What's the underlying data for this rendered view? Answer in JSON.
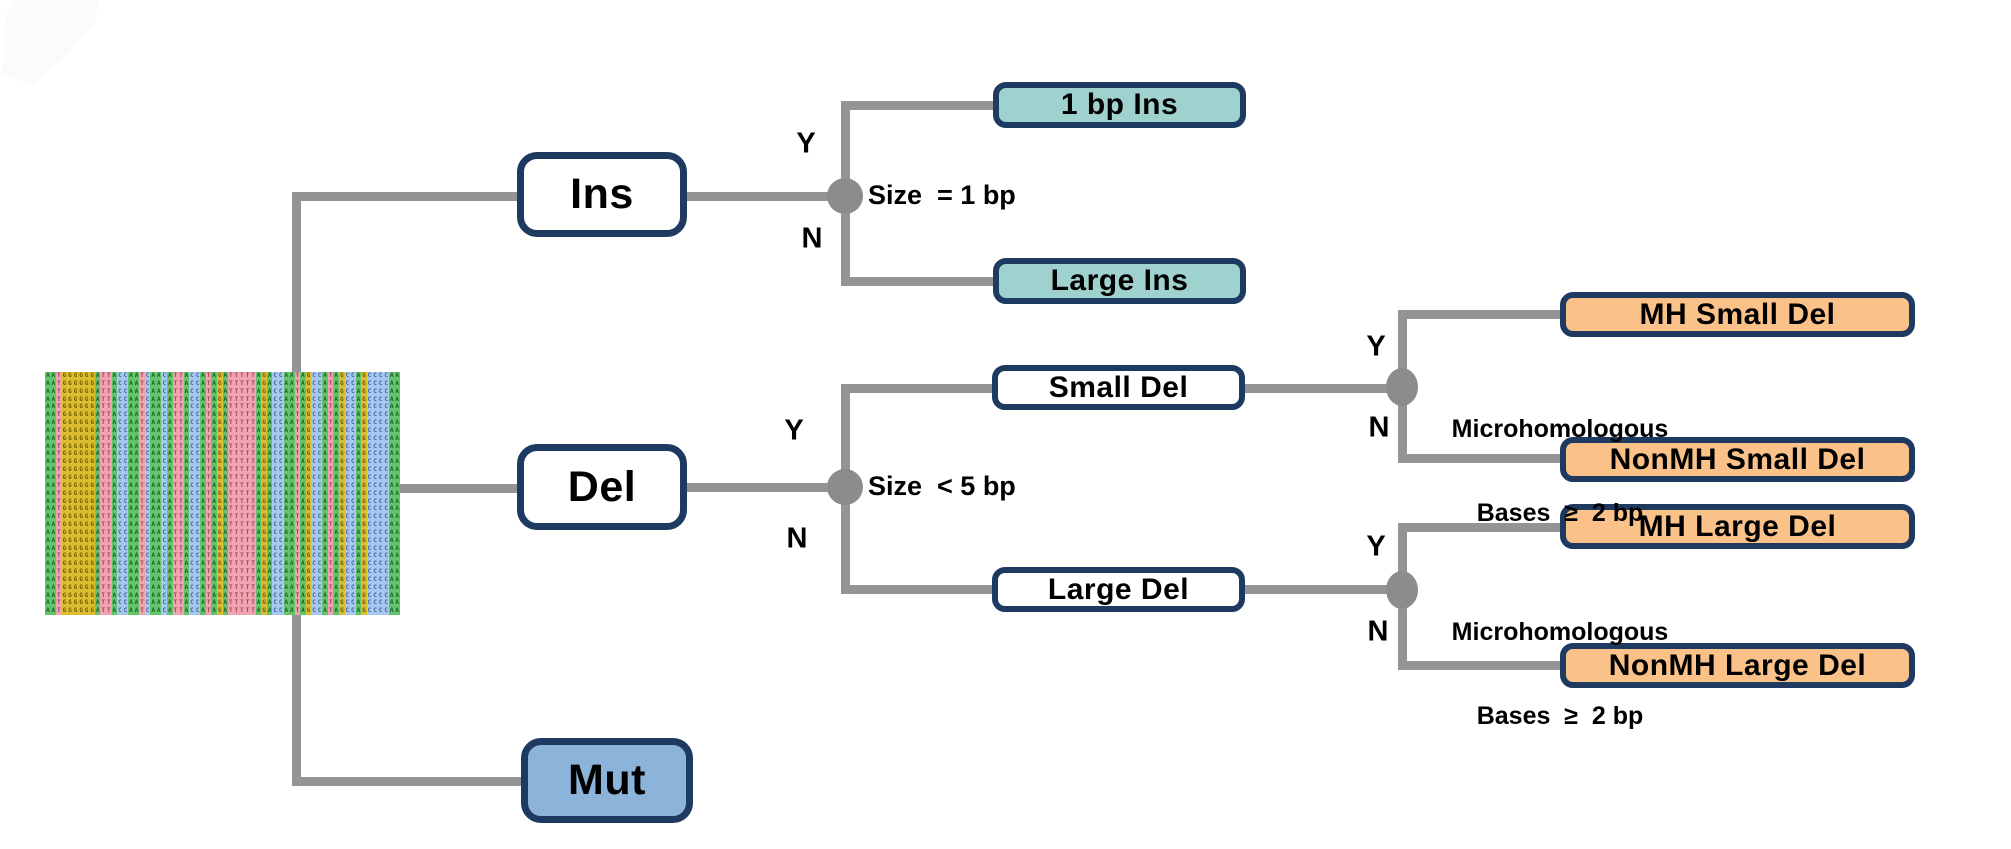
{
  "colors": {
    "border": "#1e3a60",
    "teal": "#9fd2ce",
    "orange": "#fac288",
    "mut_blue": "#8cb3d9",
    "line": "#949494",
    "junction": "#8c8c8c"
  },
  "nodes": {
    "ins": {
      "label": "Ins"
    },
    "del": {
      "label": "Del"
    },
    "mut": {
      "label": "Mut"
    },
    "one_bp_ins": {
      "label": "1 bp Ins"
    },
    "large_ins": {
      "label": "Large Ins"
    },
    "small_del": {
      "label": "Small Del"
    },
    "large_del": {
      "label": "Large Del"
    },
    "mh_small_del": {
      "label": "MH Small Del"
    },
    "nonmh_small_del": {
      "label": "NonMH Small Del"
    },
    "mh_large_del": {
      "label": "MH Large Del"
    },
    "nonmh_large_del": {
      "label": "NonMH Large Del"
    }
  },
  "decisions": {
    "ins_size": {
      "question": "Size  = 1 bp",
      "yes": "Y",
      "no": "N"
    },
    "del_size": {
      "question": "Size  < 5 bp",
      "yes": "Y",
      "no": "N"
    },
    "small_mh": {
      "question_line1": "Microhomologous",
      "question_line2": "Bases  ≥  2 bp",
      "yes": "Y",
      "no": "N"
    },
    "large_mh": {
      "question_line1": "Microhomologous",
      "question_line2": "Bases  ≥  2 bp",
      "yes": "Y",
      "no": "N"
    }
  },
  "alignment": {
    "description": "multiple sequence alignment of reads, colored by base",
    "rows": 31,
    "columns": "GGPYYYYYYGPPGBBGGPBGGBGPPGBBGPGYGPPPPPGYGBBGGPGYBBGPGYBBGYBBBBGG",
    "palette": {
      "G": {
        "bg": "#63c46c",
        "fg": "#14601f",
        "base": "A"
      },
      "Y": {
        "bg": "#ddbd30",
        "fg": "#6b5804",
        "base": "G"
      },
      "P": {
        "bg": "#f2a3b1",
        "fg": "#96404f",
        "base": "T"
      },
      "B": {
        "bg": "#a4c8ef",
        "fg": "#41618f",
        "base": "C"
      }
    }
  }
}
